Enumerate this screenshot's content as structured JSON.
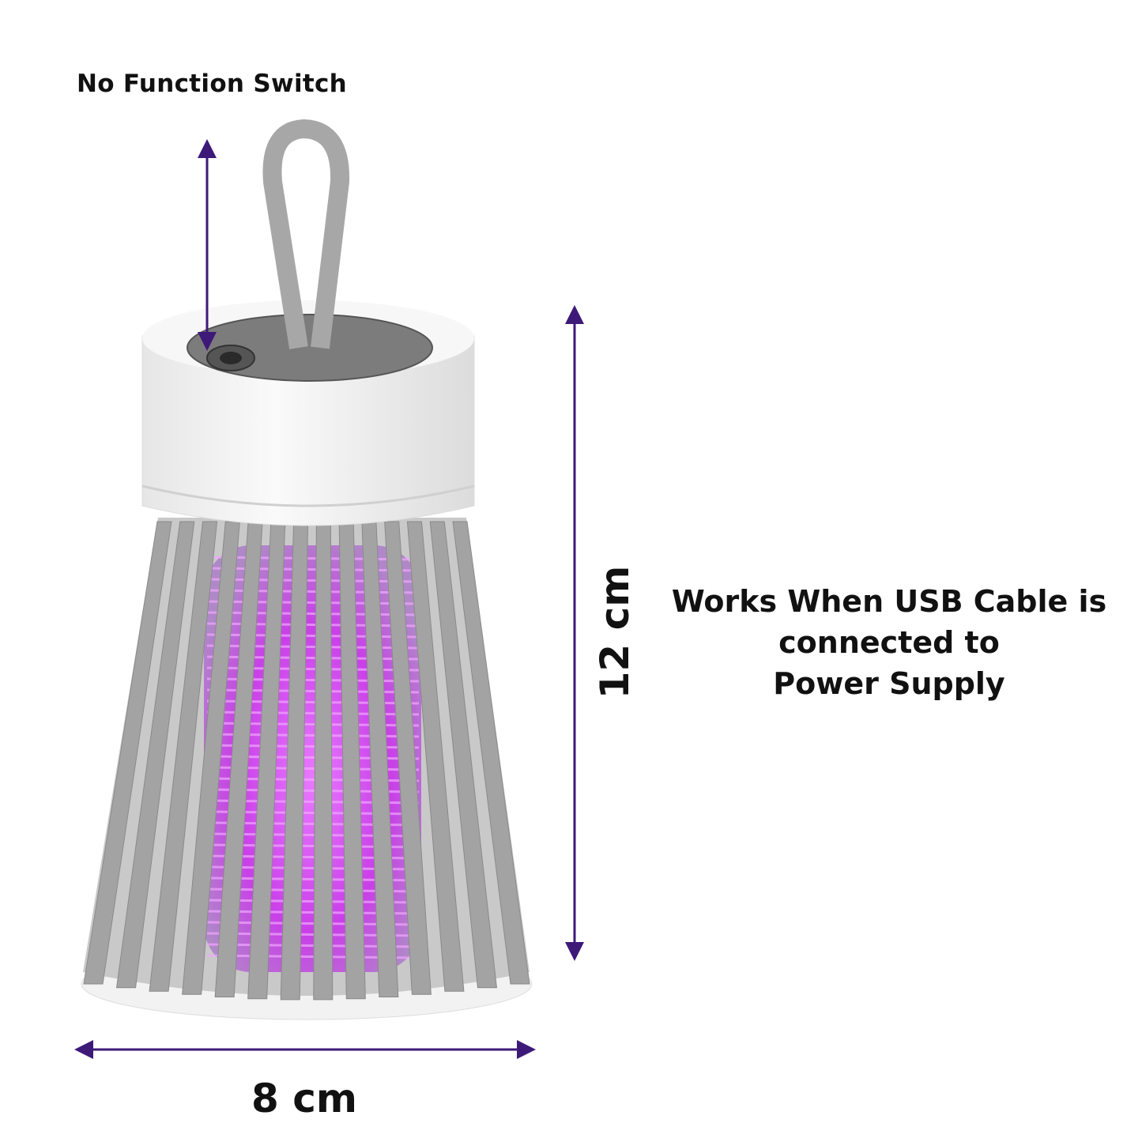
{
  "annotations": {
    "switch_label": "No Function Switch",
    "height_label": "12 cm",
    "width_label": "8 cm",
    "usb_note": [
      "Works When USB Cable is",
      "connected to",
      "Power Supply"
    ]
  },
  "colors": {
    "arrow": "#3d1a78",
    "uv_glow": "#d452f0",
    "cage_grey": "#9a9a9a",
    "cap_white": "#f4f4f4"
  },
  "icons": {
    "product": "mosquito-killer-lamp",
    "dimension_arrows": "double-headed-arrow"
  }
}
